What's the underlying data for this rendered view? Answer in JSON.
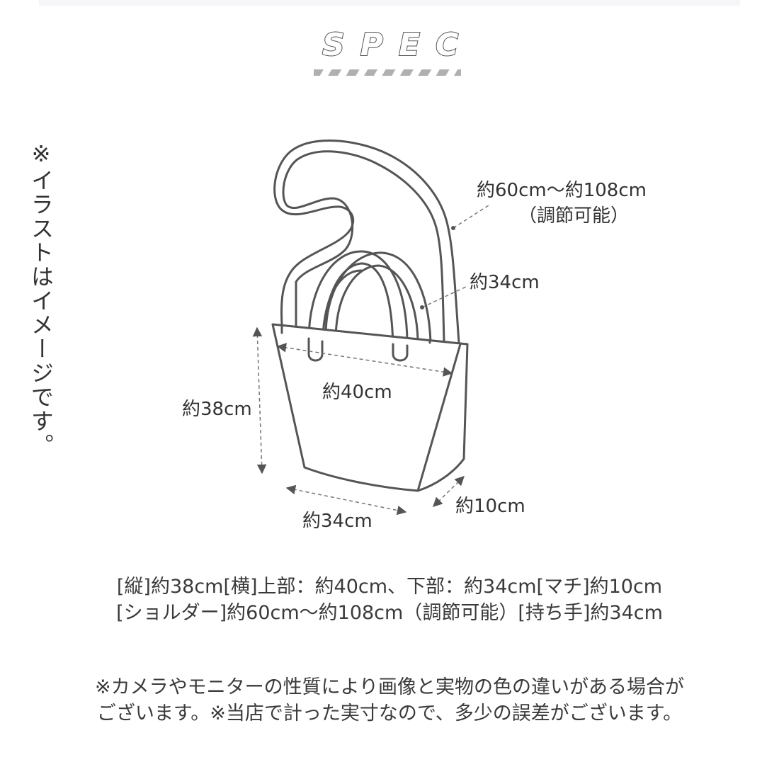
{
  "header": {
    "title": "SPEC"
  },
  "side_note": "※イラストはイメージです。",
  "diagram": {
    "labels": {
      "shoulder_length": "約60cm〜約108cm",
      "shoulder_adjustable": "（調節可能）",
      "handle_length": "約34cm",
      "width_top": "約40cm",
      "height": "約38cm",
      "gusset": "約10cm",
      "width_bottom": "約34cm"
    },
    "colors": {
      "outline": "#555555",
      "dimension_line": "#777777",
      "arrow": "#555555"
    }
  },
  "specs": {
    "line1": "[縦]約38cm[横]上部：約40cm、下部：約34cm[マチ]約10cm",
    "line2": "[ショルダー]約60cm〜約108cm（調節可能）[持ち手]約34cm"
  },
  "disclaimer": {
    "line1": "※カメラやモニターの性質により画像と実物の色の違いがある場合が",
    "line2": "ございます。※当店で計った実寸なので、多少の誤差がございます。"
  }
}
